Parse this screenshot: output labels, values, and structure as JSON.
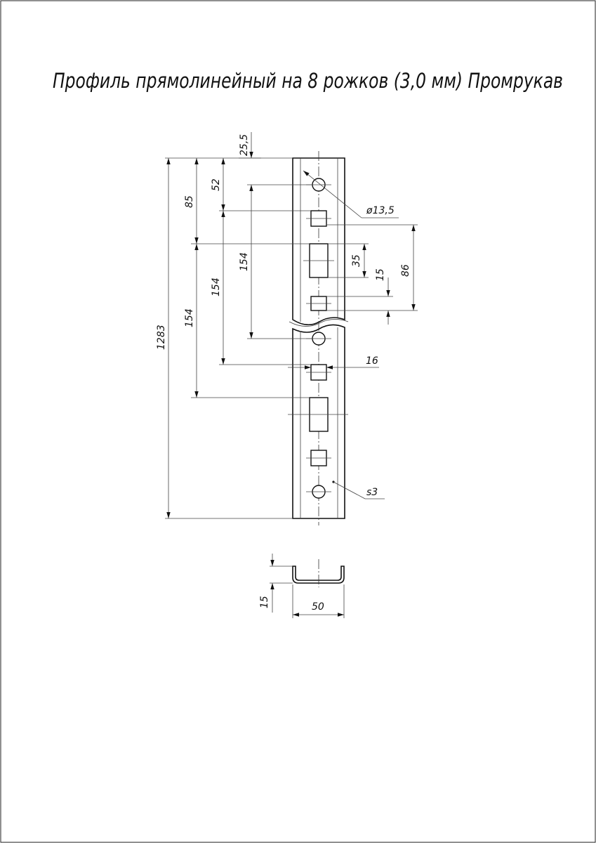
{
  "drawing": {
    "title": "Профиль прямолинейный на 8 рожков (3,0 мм) Промрукав",
    "dimensions": {
      "top_offset": "25,5",
      "hole_dia": "ø13,5",
      "d52": "52",
      "d85": "85",
      "d154_a": "154",
      "d154_b": "154",
      "d154_c": "154",
      "d35": "35",
      "d15_side": "15",
      "d86": "86",
      "d16": "16",
      "total_length": "1283",
      "thickness": "s3",
      "section_height": "15",
      "section_width": "50"
    }
  }
}
